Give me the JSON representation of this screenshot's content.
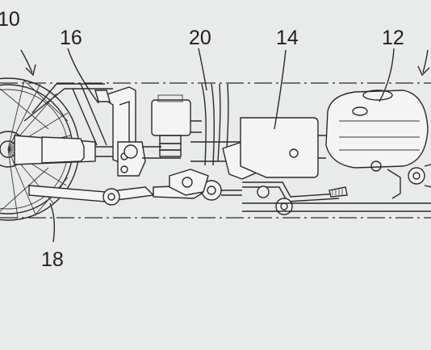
{
  "labels": {
    "ref_10": "10",
    "ref_16": "16",
    "ref_20": "20",
    "ref_14": "14",
    "ref_12": "12",
    "ref_18": "18"
  },
  "colors": {
    "background": "#e9eaea",
    "line": "#2a2a2a",
    "part_fill": "#f4f4f4"
  }
}
